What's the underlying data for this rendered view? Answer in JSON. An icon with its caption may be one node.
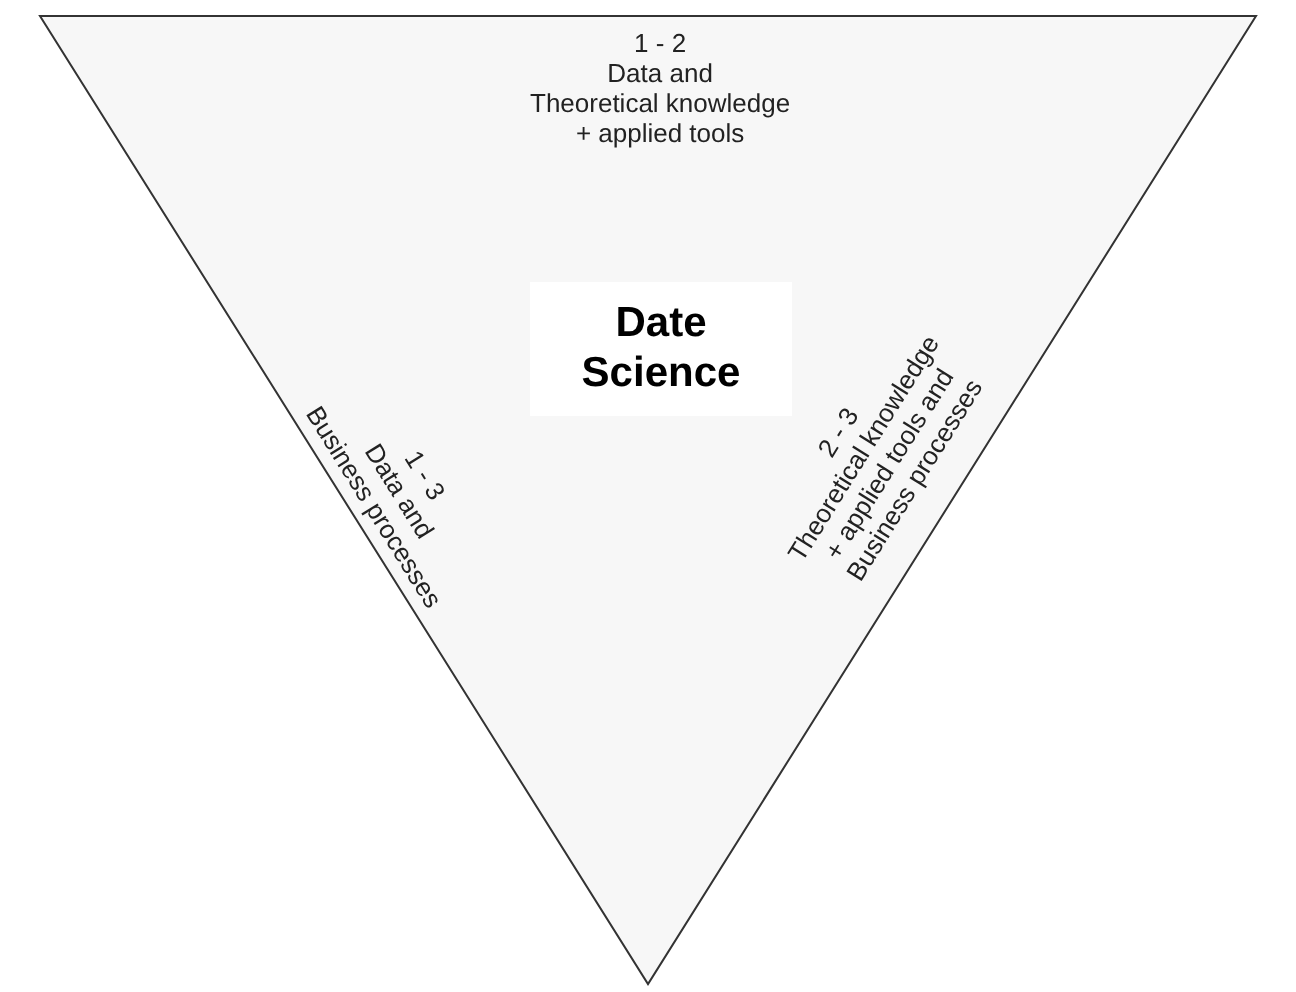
{
  "diagram": {
    "nodes": [
      {
        "text": [
          "1 - 2 Data and Theoretical knowledge + applied tools",
          "1 - 3 Data and Business processes",
          "2 - 3 Theoretical knowledge + applied tools and Business processes"
        ]
      },
      {
        "text": [
          "Date Science"
        ],
        "in": 0
      }
    ]
  }
}
